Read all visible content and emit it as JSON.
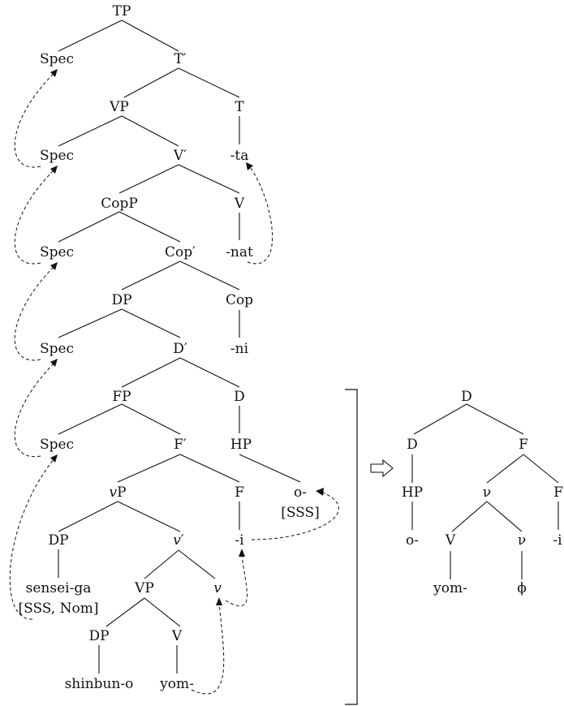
{
  "main_tree": {
    "tp": "TP",
    "spec_tp": "Spec",
    "t_bar": "T′",
    "vp_top": "VP",
    "t_head": "T",
    "spec_vp": "Spec",
    "v_bar_top": "V′",
    "ta": "-ta",
    "copp": "CopP",
    "v_head_top": "V",
    "spec_copp": "Spec",
    "cop_bar": "Cop′",
    "nat": "-nat",
    "dp_top": "DP",
    "cop_head": "Cop",
    "spec_dp": "Spec",
    "d_bar": "D′",
    "ni": "-ni",
    "fp": "FP",
    "d_head": "D",
    "spec_fp": "Spec",
    "f_bar": "F′",
    "hp": "HP",
    "vp_small": "v",
    "vp_small_p": "P",
    "f_head": "F",
    "o_prefix": "o-",
    "sss": "[SSS]",
    "dp_subj": "DP",
    "v_small_bar": "v",
    "v_small_bar_prime": "′",
    "i_suffix": "-i",
    "sensei": "sensei-ga",
    "sensei_feat": "[SSS, Nom]",
    "vp_low": "VP",
    "v_small": "v",
    "dp_obj": "DP",
    "v_low": "V",
    "shinbun": "shinbun-o",
    "yom": "yom-"
  },
  "side_tree": {
    "d_root": "D",
    "d": "D",
    "f_top": "F",
    "hp": "HP",
    "nu_top": "ν",
    "f": "F",
    "o": "o-",
    "v": "V",
    "nu": "ν",
    "i": "-i",
    "yom": "yom-",
    "phi": "ϕ"
  },
  "arrow_symbol": "⇨"
}
